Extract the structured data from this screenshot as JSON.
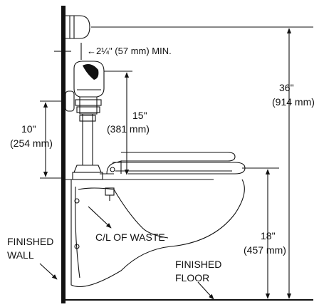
{
  "labels": {
    "clearance_min": "←2¼\" (57 mm) MIN.",
    "dim_15_in": "15\"",
    "dim_15_mm": "(381 mm)",
    "dim_10_in": "10\"",
    "dim_10_mm": "(254 mm)",
    "dim_36_in": "36\"",
    "dim_36_mm": "(914 mm)",
    "dim_18_in": "18\"",
    "dim_18_mm": "(457 mm)",
    "cl_waste": "C/L OF WASTE",
    "finished_wall_1": "FINISHED",
    "finished_wall_2": "WALL",
    "finished_floor_1": "FINISHED",
    "finished_floor_2": "FLOOR"
  },
  "colors": {
    "line": "#111111",
    "background": "#ffffff"
  }
}
